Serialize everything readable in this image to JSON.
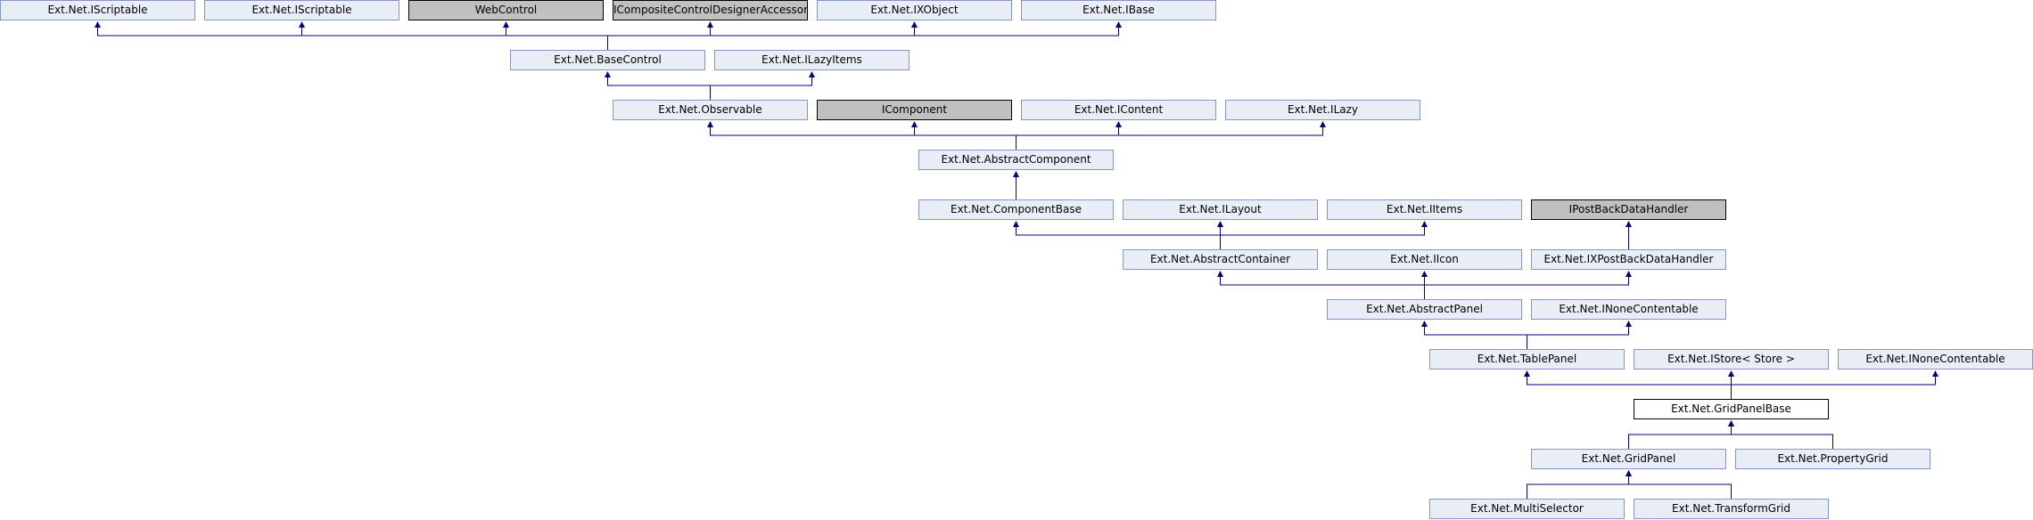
{
  "colors": {
    "node_fill": "#e8edf6",
    "node_border": "#8496c8",
    "external_fill": "#c0c0c0",
    "current_fill": "#ffffff",
    "edge": "#000080"
  },
  "nodes": [
    {
      "id": "iscriptable1",
      "label": "Ext.Net.IScriptable",
      "style": "normal"
    },
    {
      "id": "iscriptable2",
      "label": "Ext.Net.IScriptable",
      "style": "normal"
    },
    {
      "id": "webcontrol",
      "label": "WebControl",
      "style": "grey"
    },
    {
      "id": "icompositecontroldesigneraccessor",
      "label": "ICompositeControlDesignerAccessor",
      "style": "grey"
    },
    {
      "id": "ixobject",
      "label": "Ext.Net.IXObject",
      "style": "normal"
    },
    {
      "id": "ibase",
      "label": "Ext.Net.IBase",
      "style": "normal"
    },
    {
      "id": "basecontrol",
      "label": "Ext.Net.BaseControl",
      "style": "normal"
    },
    {
      "id": "ilazyitems",
      "label": "Ext.Net.ILazyItems",
      "style": "normal"
    },
    {
      "id": "observable",
      "label": "Ext.Net.Observable",
      "style": "normal"
    },
    {
      "id": "icomponent",
      "label": "IComponent",
      "style": "grey"
    },
    {
      "id": "icontent",
      "label": "Ext.Net.IContent",
      "style": "normal"
    },
    {
      "id": "ilazy",
      "label": "Ext.Net.ILazy",
      "style": "normal"
    },
    {
      "id": "abstractcomponent",
      "label": "Ext.Net.AbstractComponent",
      "style": "normal"
    },
    {
      "id": "componentbase",
      "label": "Ext.Net.ComponentBase",
      "style": "normal"
    },
    {
      "id": "ilayout",
      "label": "Ext.Net.ILayout",
      "style": "normal"
    },
    {
      "id": "iitems",
      "label": "Ext.Net.IItems",
      "style": "normal"
    },
    {
      "id": "ipostbackdatahandler",
      "label": "IPostBackDataHandler",
      "style": "grey"
    },
    {
      "id": "abstractcontainer",
      "label": "Ext.Net.AbstractContainer",
      "style": "normal"
    },
    {
      "id": "iicon",
      "label": "Ext.Net.IIcon",
      "style": "normal"
    },
    {
      "id": "ixpostbackdatahandler",
      "label": "Ext.Net.IXPostBackDataHandler",
      "style": "normal"
    },
    {
      "id": "abstractpanel",
      "label": "Ext.Net.AbstractPanel",
      "style": "normal"
    },
    {
      "id": "inonecontentable1",
      "label": "Ext.Net.INoneContentable",
      "style": "normal"
    },
    {
      "id": "tablepanel",
      "label": "Ext.Net.TablePanel",
      "style": "normal"
    },
    {
      "id": "istore",
      "label": "Ext.Net.IStore< Store >",
      "style": "normal"
    },
    {
      "id": "inonecontentable2",
      "label": "Ext.Net.INoneContentable",
      "style": "normal"
    },
    {
      "id": "gridpanelbase",
      "label": "Ext.Net.GridPanelBase",
      "style": "current"
    },
    {
      "id": "gridpanel",
      "label": "Ext.Net.GridPanel",
      "style": "normal"
    },
    {
      "id": "propertygrid",
      "label": "Ext.Net.PropertyGrid",
      "style": "normal"
    },
    {
      "id": "multiselector",
      "label": "Ext.Net.MultiSelector",
      "style": "normal"
    },
    {
      "id": "transformgrid",
      "label": "Ext.Net.TransformGrid",
      "style": "normal"
    }
  ],
  "edges": [
    {
      "child": "basecontrol",
      "parents": [
        "iscriptable1",
        "iscriptable2",
        "webcontrol",
        "icompositecontroldesigneraccessor",
        "ixobject",
        "ibase"
      ]
    },
    {
      "child": "observable",
      "parents": [
        "basecontrol",
        "ilazyitems"
      ]
    },
    {
      "child": "abstractcomponent",
      "parents": [
        "observable",
        "icomponent",
        "icontent",
        "ilazy"
      ]
    },
    {
      "child": "componentbase",
      "parents": [
        "abstractcomponent"
      ]
    },
    {
      "child": "abstractcontainer",
      "parents": [
        "componentbase",
        "ilayout",
        "iitems"
      ]
    },
    {
      "child": "ixpostbackdatahandler",
      "parents": [
        "ipostbackdatahandler"
      ]
    },
    {
      "child": "abstractpanel",
      "parents": [
        "abstractcontainer",
        "iicon",
        "ixpostbackdatahandler"
      ]
    },
    {
      "child": "tablepanel",
      "parents": [
        "abstractpanel",
        "inonecontentable1"
      ]
    },
    {
      "child": "gridpanelbase",
      "parents": [
        "tablepanel",
        "istore",
        "inonecontentable2"
      ]
    },
    {
      "child": "gridpanel",
      "parents": [
        "gridpanelbase"
      ]
    },
    {
      "child": "propertygrid",
      "parents": [
        "gridpanelbase"
      ]
    },
    {
      "child": "multiselector",
      "parents": [
        "gridpanel"
      ]
    },
    {
      "child": "transformgrid",
      "parents": [
        "gridpanel"
      ]
    }
  ]
}
